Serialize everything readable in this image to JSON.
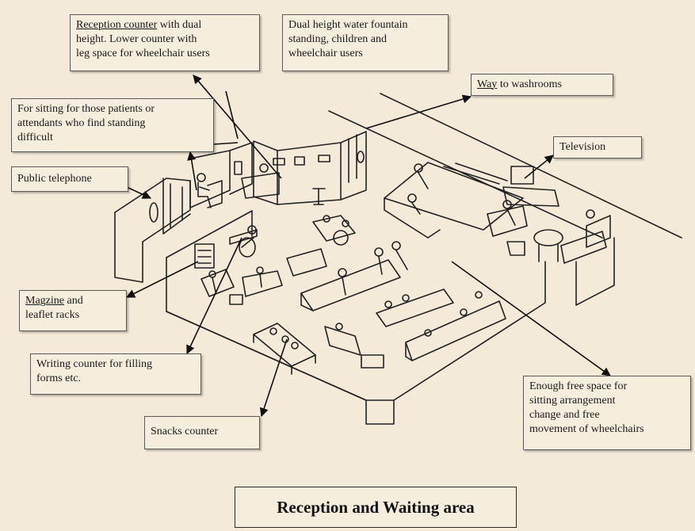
{
  "title": "Reception and Waiting  area",
  "callouts": {
    "reception_counter": {
      "lead": "Reception counter",
      "rest": " with dual\nheight. Lower counter with\nleg space for wheelchair users"
    },
    "water_fountain": "Dual height water fountain\nstanding, children and\nwheelchair users",
    "washrooms": {
      "lead": "Way",
      "rest": " to washrooms"
    },
    "sitting": "For sitting for those patients or\nattendants who find standing\ndifficult",
    "telephone": "Public telephone",
    "television": "Television",
    "magazine": {
      "lead": "Magzine",
      "rest": " and\nleaflet racks"
    },
    "writing": "Writing counter for filling\nforms etc.",
    "snacks": "Snacks counter",
    "free_space": "Enough free space for\nsitting arrangement\nchange and free\nmovement of wheelchairs"
  },
  "colors": {
    "background": "#f3ead8",
    "box": "#f6eedd",
    "ink": "#1a1a1a"
  }
}
